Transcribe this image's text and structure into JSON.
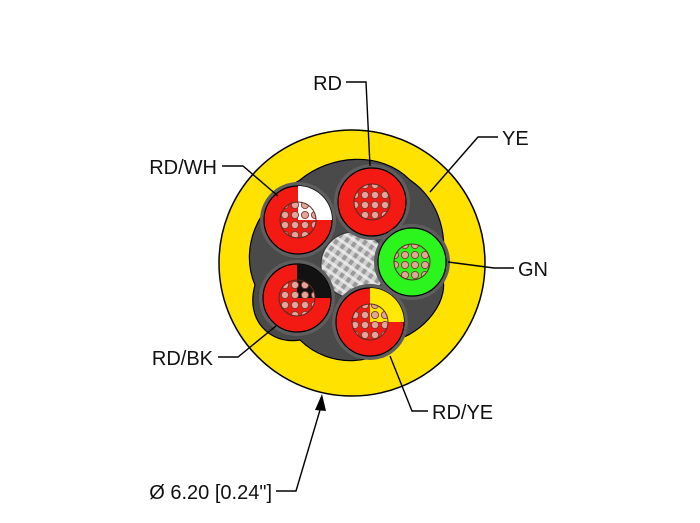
{
  "labels": {
    "rd": "RD",
    "ye": "YE",
    "rd_wh": "RD/WH",
    "gn": "GN",
    "rd_bk": "RD/BK",
    "rd_ye": "RD/YE",
    "diameter": "Ø 6.20 [0.24\"]"
  },
  "colors": {
    "jacket": "#FFE200",
    "red": "#F21A12",
    "green": "#2CF51E",
    "white": "#FFFFFF",
    "black": "#121212",
    "yellow": "#FFE800",
    "copper": "#D98A80",
    "filler": "#5A5A5A"
  }
}
